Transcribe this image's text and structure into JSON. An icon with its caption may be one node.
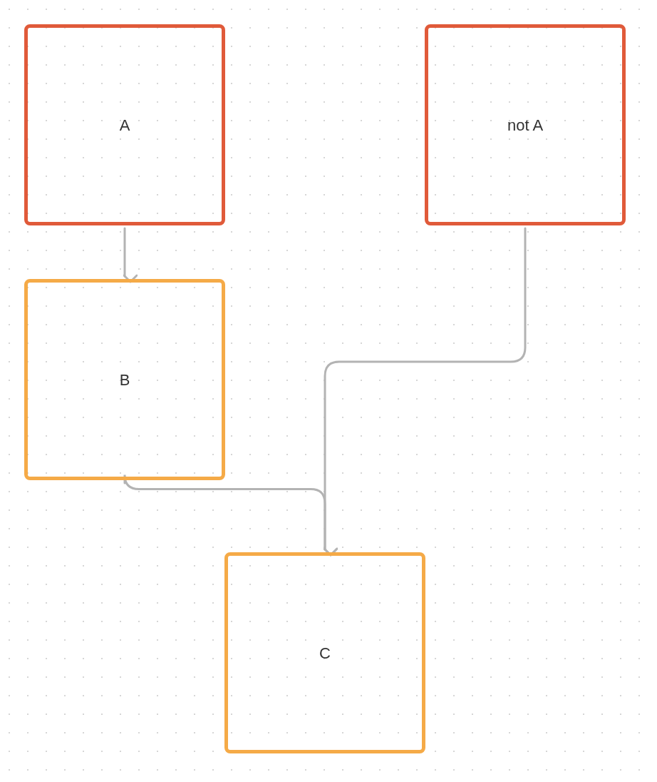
{
  "diagram": {
    "nodes": [
      {
        "text": [
          "A"
        ]
      },
      {
        "text": [
          "not A"
        ]
      },
      {
        "text": [
          "B"
        ]
      },
      {
        "text": [
          "C"
        ]
      }
    ],
    "edges": [
      {
        "from": 0,
        "to": 2,
        "arrow": "to"
      },
      {
        "from": 2,
        "to": 3,
        "arrow": "to"
      },
      {
        "from": 1,
        "to": 3,
        "arrow": "to"
      }
    ]
  }
}
